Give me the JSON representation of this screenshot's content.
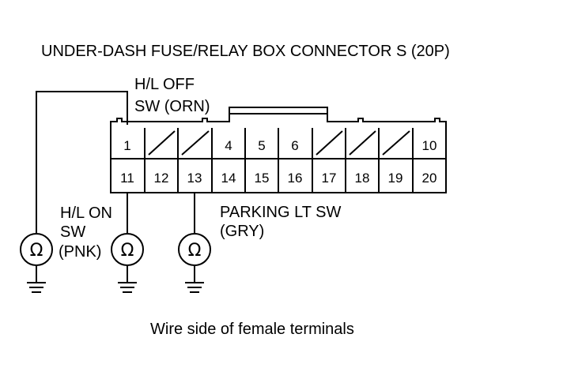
{
  "title": "UNDER-DASH FUSE/RELAY BOX CONNECTOR S (20P)",
  "caption": "Wire side of female terminals",
  "connector": {
    "top_row": [
      "1",
      "",
      "",
      "4",
      "5",
      "6",
      "",
      "",
      "",
      "10"
    ],
    "bottom_row": [
      "11",
      "12",
      "13",
      "14",
      "15",
      "16",
      "17",
      "18",
      "19",
      "20"
    ]
  },
  "labels": {
    "hl_off_line1": "H/L OFF",
    "hl_off_line2": "SW (ORN)",
    "hl_on_line1": "H/L ON",
    "hl_on_line2": "SW",
    "hl_on_line3": "(PNK)",
    "parking_line1": "PARKING LT SW",
    "parking_line2": "(GRY)"
  },
  "ohm_symbol": "Ω",
  "icons": [
    "ohmmeter-icon",
    "ground-icon"
  ]
}
